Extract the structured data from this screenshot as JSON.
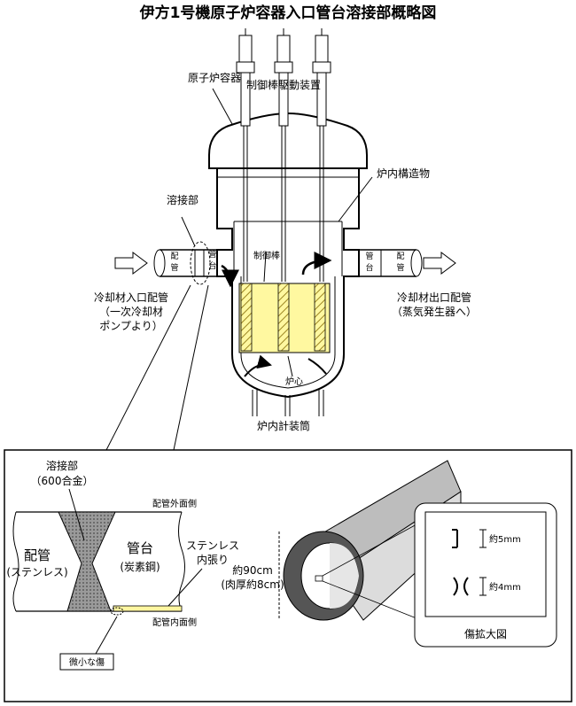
{
  "title": "伊方1号機原子炉容器入口管台溶接部概略図",
  "labels": {
    "reactor_vessel": "原子炉容器",
    "crdm": "制御棒駆動装置",
    "core_internals": "炉内構造物",
    "weld_part": "溶接部",
    "inlet_pipe_label": [
      "冷却材入口配管",
      "（一次冷却材",
      "ポンプより）"
    ],
    "outlet_pipe_label": [
      "冷却材出口配管",
      "（蒸気発生器へ）"
    ],
    "pipe_chars": [
      "配",
      "管"
    ],
    "nozzle_chars": [
      "管",
      "台"
    ],
    "control_rod": "制御棒",
    "core": "炉心",
    "incore_instrument": "炉内計装筒"
  },
  "detail": {
    "weld_title": [
      "溶接部",
      "（600合金）"
    ],
    "pipe_outer": "配管外面側",
    "pipe_inner": "配管内面側",
    "pipe_left": [
      "配管",
      "(ステンレス)"
    ],
    "nozzle_right": [
      "管台",
      "(炭素鋼)"
    ],
    "stainless_lining": [
      "ステンレス",
      "内張り"
    ],
    "small_flaw": "微小な傷",
    "diameter": [
      "約90cm",
      "(肉厚約8cm)"
    ],
    "flaw1_size": "約5mm",
    "flaw2_size": "約4mm",
    "enlarged_title": "傷拡大図"
  },
  "colors": {
    "core_fill": "#fff8a0",
    "core_rod": "#e9cb3a",
    "weld_fill": "#8c8c8c",
    "pipe_wall": "#555555",
    "lining": "#fff6a0"
  }
}
